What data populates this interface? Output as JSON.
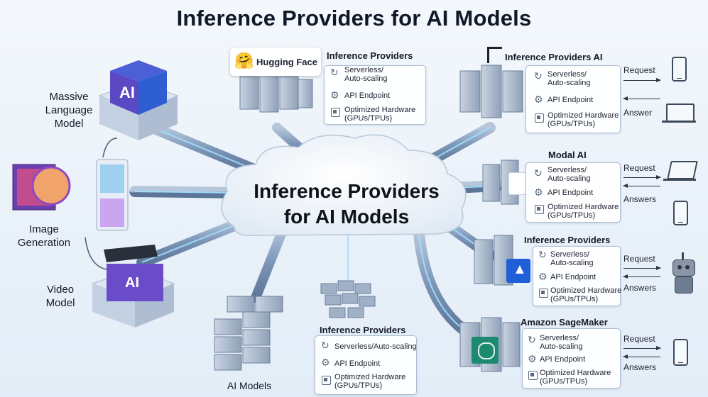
{
  "title": "Inference Providers for AI Models",
  "center": {
    "line1": "Inference Providers",
    "line2": "for AI Models"
  },
  "left": {
    "llm_label": [
      "Massive",
      "Language",
      "Model"
    ],
    "llm_cube_text": "AI",
    "image_label": [
      "Image",
      "Generation"
    ],
    "video_label": [
      "Video",
      "Model"
    ],
    "video_cube_text": "AI",
    "ai_models_label": "AI Models"
  },
  "top_card": {
    "badge": "Hugging Face",
    "title": "Inference Providers",
    "features": [
      "Serverless/",
      "Auto-scaling",
      "API Endpoint",
      "Optimized Hardware",
      "(GPUs/TPUs)"
    ]
  },
  "bottom_card": {
    "title": "Inference Providers",
    "features": [
      "Serverless/Auto-scaling",
      "API Endpoint",
      "Optimized Hardware",
      "(GPUs/TPUs)"
    ]
  },
  "right_cards": [
    {
      "title": "Inference Providers AI",
      "features": [
        "Serverless/",
        "Auto-scaling",
        "API Endpoint",
        "Optimized Hardware",
        "(GPUs/TPUs)"
      ],
      "request": "Request",
      "answer": "Answer",
      "device": "phone-laptop"
    },
    {
      "title": "Modal AI",
      "features": [
        "Serverless/",
        "Auto-scaling",
        "API Endpoint",
        "Optimized Hardware",
        "(GPUs/TPUs)"
      ],
      "request": "Request",
      "answer": "Answers",
      "device": "laptop-phone"
    },
    {
      "title": "Inference Providers",
      "features": [
        "Serverless/",
        "Auto-scaling",
        "API Endpoint",
        "Optimized Hardware",
        "(GPUs/TPUs)"
      ],
      "request": "Request",
      "answer": "Answers",
      "device": "robot"
    },
    {
      "title": "Amazon SageMaker",
      "features": [
        "Serverless/",
        "Auto-scaling",
        "API Endpoint",
        "Optimized Hardware",
        "(GPUs/TPUs)"
      ],
      "request": "Request",
      "answer": "Answers",
      "device": "phone"
    }
  ],
  "icons": {
    "refresh": "↻",
    "gear": "⚙",
    "hugging": "🤗"
  },
  "colors": {
    "pipe": "#7d96b8",
    "pipe_glow": "#9fe0ff",
    "accent_blue": "#2f6fe0",
    "purple": "#6a4bc8"
  }
}
